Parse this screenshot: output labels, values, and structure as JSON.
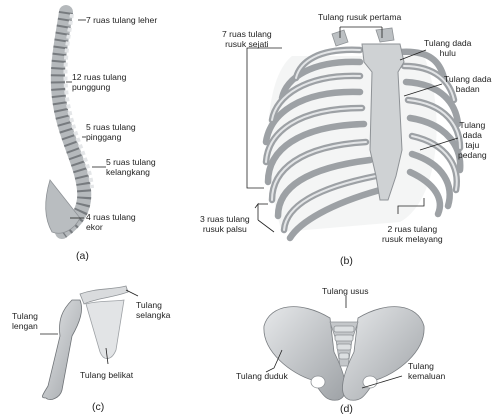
{
  "panels": [
    {
      "caption": "(a)",
      "labels": [
        "7 ruas tulang leher",
        "12 ruas tulang\npunggung",
        "5 ruas tulang\npinggang",
        "5 ruas tulang\nkelangkang",
        "4 ruas tulang\nekor"
      ]
    },
    {
      "caption": "(b)",
      "labels": [
        "Tulang rusuk pertama",
        "7 ruas tulang\nrusuk sejati",
        "Tulang dada\nhulu",
        "Tulang dada\nbadan",
        "Tulang\ndada\ntaju\npedang",
        "3 ruas tulang\nrusuk palsu",
        "2 ruas tulang\nrusuk melayang"
      ]
    },
    {
      "caption": "(c)",
      "labels": [
        "Tulang\nlengan",
        "Tulang\nselangka",
        "Tulang belikat"
      ]
    },
    {
      "caption": "(d)",
      "labels": [
        "Tulang usus",
        "Tulang duduk",
        "Tulang\nkemaluan"
      ]
    }
  ],
  "colors": {
    "bone": "#c9ccce",
    "bone_dark": "#8e9296",
    "line": "#222222"
  }
}
